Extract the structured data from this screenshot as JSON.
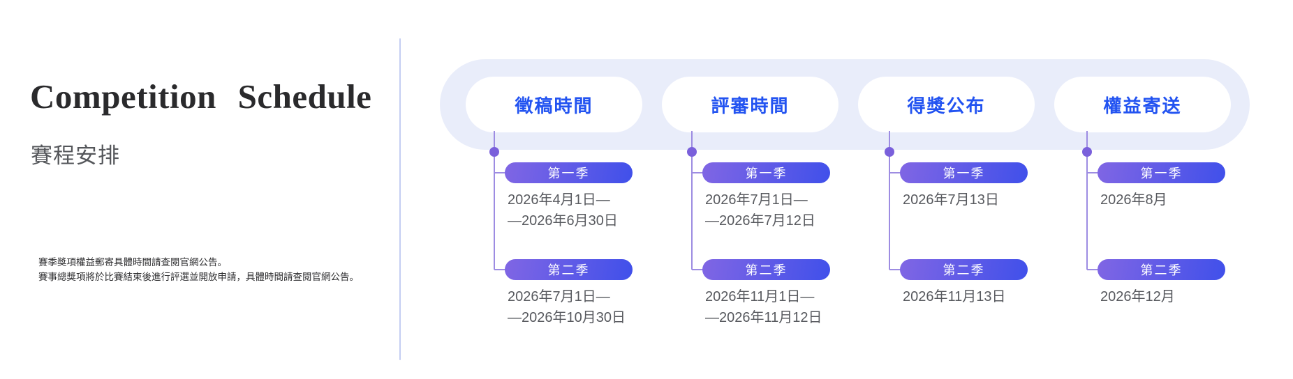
{
  "left": {
    "title": "Competition  Schedule",
    "subtitle": "賽程安排",
    "notes": [
      "賽季獎項權益郵寄具體時間請查閱官網公告。",
      "賽事總獎項將於比賽結束後進行評選並開放申請，具體時間請查閱官網公告。"
    ]
  },
  "timeline": {
    "columns": [
      {
        "header": "徵稿時間",
        "quarters": [
          {
            "label": "第一季",
            "dates": [
              "2026年4月1日—",
              "—2026年6月30日"
            ]
          },
          {
            "label": "第二季",
            "dates": [
              "2026年7月1日—",
              "—2026年10月30日"
            ]
          }
        ]
      },
      {
        "header": "評審時間",
        "quarters": [
          {
            "label": "第一季",
            "dates": [
              "2026年7月1日—",
              "—2026年7月12日"
            ]
          },
          {
            "label": "第二季",
            "dates": [
              "2026年11月1日—",
              "—2026年11月12日"
            ]
          }
        ]
      },
      {
        "header": "得獎公布",
        "quarters": [
          {
            "label": "第一季",
            "dates": [
              "2026年7月13日"
            ]
          },
          {
            "label": "第二季",
            "dates": [
              "2026年11月13日"
            ]
          }
        ]
      },
      {
        "header": "權益寄送",
        "quarters": [
          {
            "label": "第一季",
            "dates": [
              "2026年8月"
            ]
          },
          {
            "label": "第二季",
            "dates": [
              "2026年12月"
            ]
          }
        ]
      }
    ]
  },
  "colors": {
    "header_text": "#2253f1",
    "band_bg": "#e9edfa",
    "quarter_pill_gradient_start": "#8066e4",
    "quarter_pill_gradient_end": "#4050ea",
    "connector_line": "#9d8ce2",
    "node_dot": "#7a60db",
    "divider": "#c4cef2",
    "date_text": "#57595e",
    "title_text": "#2a2a2c"
  }
}
